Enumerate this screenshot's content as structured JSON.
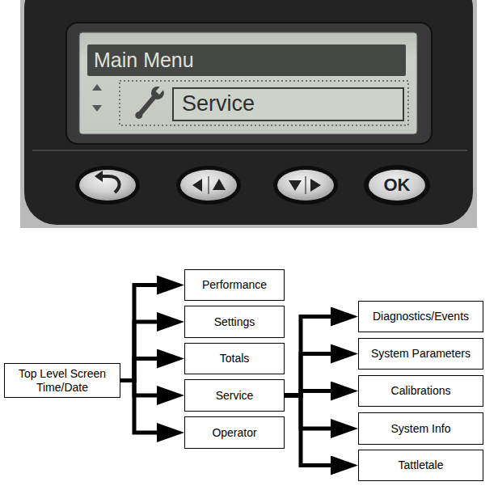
{
  "diagram": {
    "nodes": [
      {
        "text": [
          "Main Menu"
        ]
      },
      {
        "text": [
          "Service"
        ]
      },
      {
        "text": [
          "OK"
        ]
      },
      {
        "text": [
          "Top Level Screen Time/Date"
        ]
      },
      {
        "text": [
          "Performance"
        ]
      },
      {
        "text": [
          "Settings"
        ]
      },
      {
        "text": [
          "Totals"
        ]
      },
      {
        "text": [
          "Service"
        ]
      },
      {
        "text": [
          "Operator"
        ]
      },
      {
        "text": [
          "Diagnostics/Events"
        ]
      },
      {
        "text": [
          "System Parameters"
        ]
      },
      {
        "text": [
          "Calibrations"
        ]
      },
      {
        "text": [
          "System Info"
        ]
      },
      {
        "text": [
          "Tattletale"
        ]
      }
    ],
    "edges": [
      {
        "from": 3,
        "to": 4,
        "arrow": "to"
      },
      {
        "from": 3,
        "to": 5,
        "arrow": "to"
      },
      {
        "from": 3,
        "to": 6,
        "arrow": "to"
      },
      {
        "from": 3,
        "to": 7,
        "arrow": "to"
      },
      {
        "from": 3,
        "to": 8,
        "arrow": "to"
      },
      {
        "from": 7,
        "to": 9,
        "arrow": "to"
      },
      {
        "from": 7,
        "to": 10,
        "arrow": "to"
      },
      {
        "from": 7,
        "to": 11,
        "arrow": "to"
      },
      {
        "from": 7,
        "to": 12,
        "arrow": "to"
      },
      {
        "from": 7,
        "to": 13,
        "arrow": "to"
      }
    ]
  }
}
